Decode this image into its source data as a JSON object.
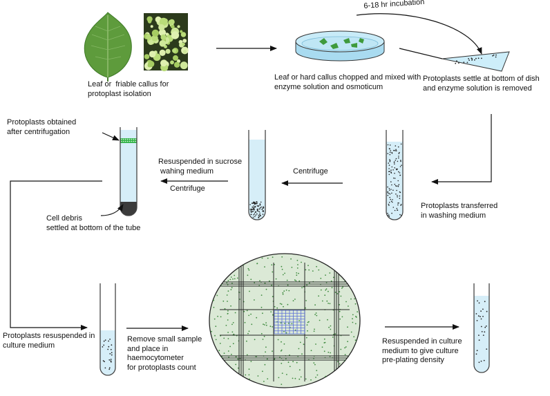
{
  "colors": {
    "tube_fill": "#d6eef8",
    "tube_outline": "#444444",
    "dish_fill": "#bfe6f5",
    "leaf": "#5e9b3c",
    "callus": "#b9dc79",
    "haemocytometer_bg": "#dbe9d6",
    "grid_line": "#222222",
    "count_square": "#5b6fd8",
    "cell_dots": "#3e8a3e",
    "protoplast_band": "#34b34a",
    "debris": "#3b3b3b",
    "arrow": "#111111"
  },
  "icons": [
    "leaf-image",
    "callus-image",
    "petri-dish",
    "tilted-dish",
    "test-tube",
    "haemocytometer-grid"
  ],
  "labels": {
    "leaf_callus": "Leaf or  friable callus for\nprotoplast isolation",
    "incubation": "6-18 hr incubation",
    "chopped": "Leaf or hard callus chopped and mixed with\nenzyme solution and osmoticum",
    "settle": "Protoplasts settle at bottom of dish\nand enzyme solution is removed",
    "obtained": "Protoplasts obtained\nafter centrifugation",
    "resuspended_sucrose": "Resuspended in sucrose\n wahing medium",
    "centrifuge_left": "Centrifuge",
    "centrifuge_right": "Centrifuge",
    "debris": "Cell debris\nsettled at bottom of the tube",
    "transferred": "Protoplasts transferred\nin washing medium",
    "resuspended_culture": "Protoplasts resuspended in\nculture medium",
    "remove_sample": "Remove small sample\nand place in\nhaemocytometer\nfor protoplasts count",
    "final": "Resuspended in culture\nmedium to give culture\npre-plating density"
  }
}
